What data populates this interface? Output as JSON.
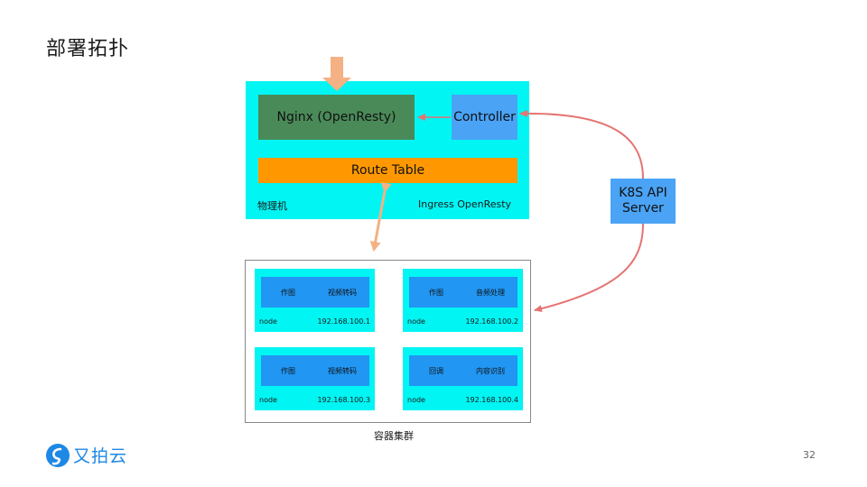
{
  "slide": {
    "title": "部署拓扑",
    "page_number": "32"
  },
  "ingress": {
    "nginx_label": "Nginx (OpenResty)",
    "controller_label": "Controller",
    "route_table_label": "Route Table",
    "host_label": "物理机",
    "name_label": "Ingress OpenResty"
  },
  "k8s": {
    "line1": "K8S API",
    "line2": "Server"
  },
  "cluster": {
    "label": "容器集群",
    "nodes": [
      {
        "svc1": "作图",
        "svc2": "视频转码",
        "name": "node",
        "ip": "192.168.100.1"
      },
      {
        "svc1": "作图",
        "svc2": "音频处理",
        "name": "node",
        "ip": "192.168.100.2"
      },
      {
        "svc1": "作图",
        "svc2": "视频转码",
        "name": "node",
        "ip": "192.168.100.3"
      },
      {
        "svc1": "回调",
        "svc2": "内容识别",
        "name": "node",
        "ip": "192.168.100.4"
      }
    ]
  },
  "brand": {
    "logo_text": "又拍云",
    "icon": "upyun-logo-icon",
    "color": "#1e88e5"
  },
  "colors": {
    "ingress_bg": "#00f5f3",
    "nginx_bg": "#4a8a58",
    "controller_bg": "#4aa3f5",
    "route_bg": "#ff9800",
    "service_bg": "#2196f3",
    "arrow_orange": "#f4b183",
    "arrow_red": "#e57373"
  }
}
